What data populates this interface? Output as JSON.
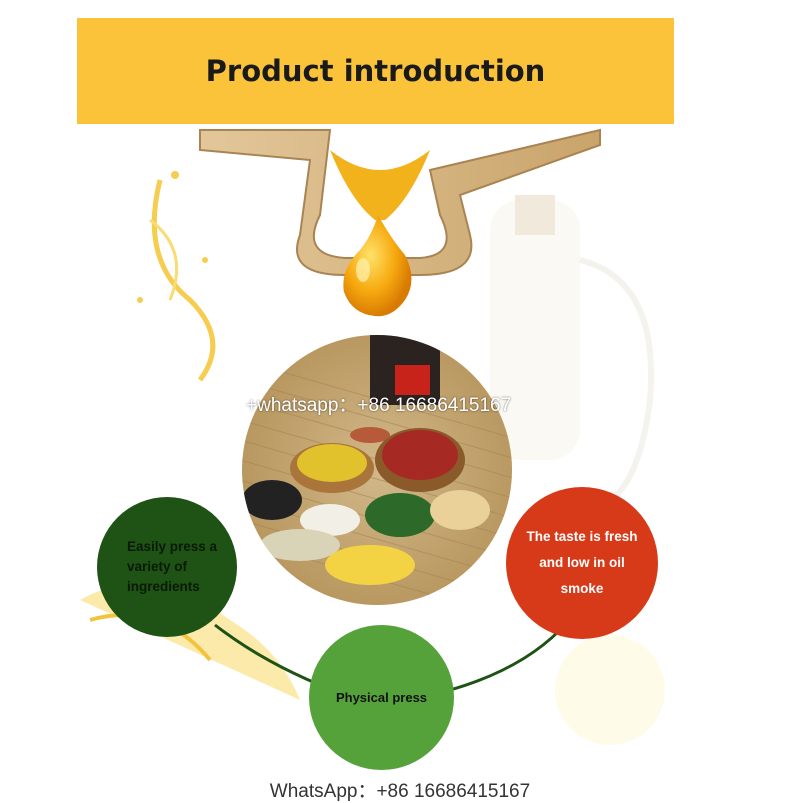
{
  "banner": {
    "title": "Product introduction"
  },
  "watermark": {
    "text": "+whatsapp：+86 16686415167"
  },
  "features": {
    "left": "Easily press a\nvariety of\ningredients",
    "right": "The taste is fresh\nand low in oil\nsmoke",
    "center": "Physical press"
  },
  "footer": {
    "text": "WhatsApp：+86 16686415167"
  },
  "colors": {
    "banner": "#fbc33a",
    "left_circle": "#1e5315",
    "right_circle": "#d73a18",
    "center_circle": "#55a23b",
    "connector": "#1e5315"
  }
}
